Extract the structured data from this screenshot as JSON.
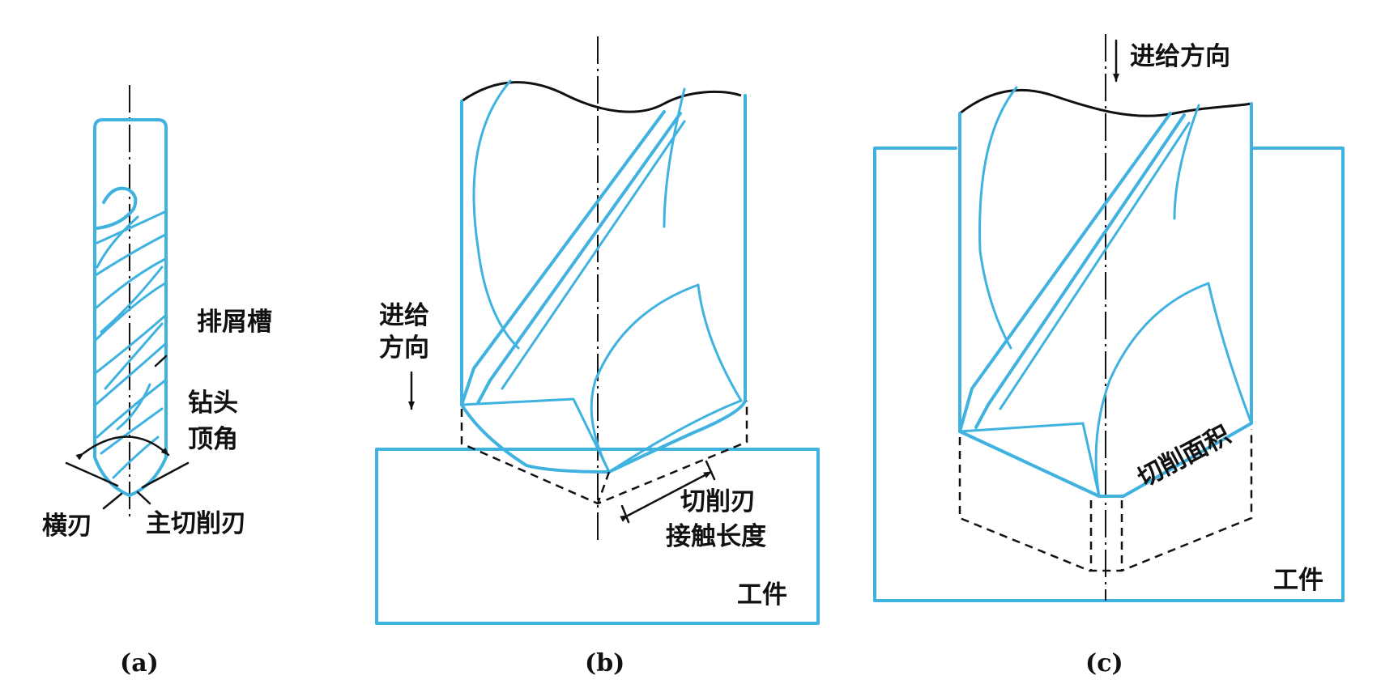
{
  "panel_a": {
    "labels": {
      "chip_flute": "排屑槽",
      "point_angle_line1": "钻头",
      "point_angle_line2": "顶角",
      "chisel_edge": "横刃",
      "main_cutting_edge": "主切削刃"
    },
    "caption": "(a)"
  },
  "panel_b": {
    "labels": {
      "feed_line1": "进给",
      "feed_line2": "方向",
      "contact_line1": "切削刃",
      "contact_line2": "接触长度",
      "workpiece": "工件"
    },
    "caption": "(b)"
  },
  "panel_c": {
    "labels": {
      "feed_direction": "进给方向",
      "cutting_area": "切削面积",
      "workpiece": "工件"
    },
    "caption": "(c)"
  },
  "colors": {
    "drill_line": "#3fb2e0",
    "ink": "#111111"
  }
}
